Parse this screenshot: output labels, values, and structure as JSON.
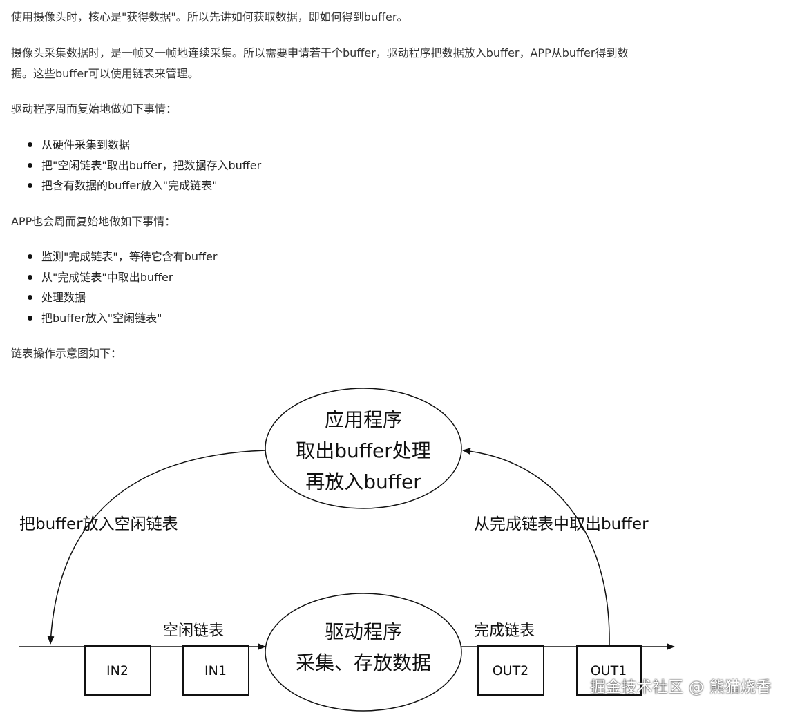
{
  "article": {
    "p1": "使用摄像头时，核心是\"获得数据\"。所以先讲如何获取数据，即如何得到buffer。",
    "p2": "摄像头采集数据时，是一帧又一帧地连续采集。所以需要申请若干个buffer，驱动程序把数据放入buffer，APP从buffer得到数\n据。这些buffer可以使用链表来管理。",
    "p3": "驱动程序周而复始地做如下事情：",
    "driver_steps": [
      "从硬件采集到数据",
      "把\"空闲链表\"取出buffer，把数据存入buffer",
      "把含有数据的buffer放入\"完成链表\""
    ],
    "p4": "APP也会周而复始地做如下事情：",
    "app_steps": [
      "监测\"完成链表\"，等待它含有buffer",
      "从\"完成链表\"中取出buffer",
      "处理数据",
      "把buffer放入\"空闲链表\""
    ],
    "p5": "链表操作示意图如下："
  },
  "diagram": {
    "app_ellipse_lines": [
      "应用程序",
      "取出buffer处理",
      "再放入buffer"
    ],
    "driver_ellipse_lines": [
      "驱动程序",
      "采集、存放数据"
    ],
    "left_arc_label": "把buffer放入空闲链表",
    "right_arc_label": "从完成链表中取出buffer",
    "free_list_label": "空闲链表",
    "done_list_label": "完成链表",
    "boxes": [
      "IN2",
      "IN1",
      "OUT2",
      "OUT1"
    ]
  },
  "watermark": "掘金技术社区 @ 熊猫烧香"
}
